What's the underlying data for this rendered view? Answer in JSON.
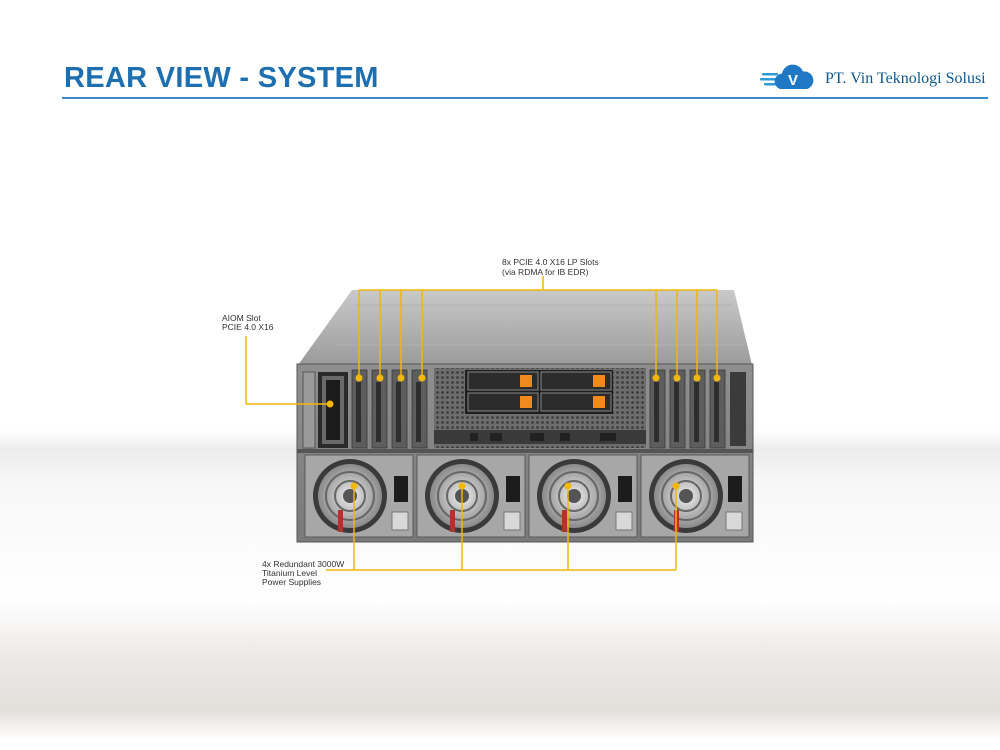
{
  "header": {
    "title": "REAR VIEW - SYSTEM",
    "company": "PT. Vin Teknologi Solusi",
    "logo_letter": "V"
  },
  "callouts": {
    "pcie_slots": [
      "8x PCIE 4.0 X16 LP Slots",
      "(via RDMA for IB EDR)"
    ],
    "aiom_slot": [
      "AIOM  Slot",
      "PCIE 4.0 X16"
    ],
    "power_supplies": [
      "4x Redundant 3000W",
      "Titanium Level",
      "Power Supplies"
    ]
  },
  "colors": {
    "title_blue": "#1d6fb0",
    "callout_yellow": "#f2b705",
    "drive_orange": "#f08a1c"
  }
}
